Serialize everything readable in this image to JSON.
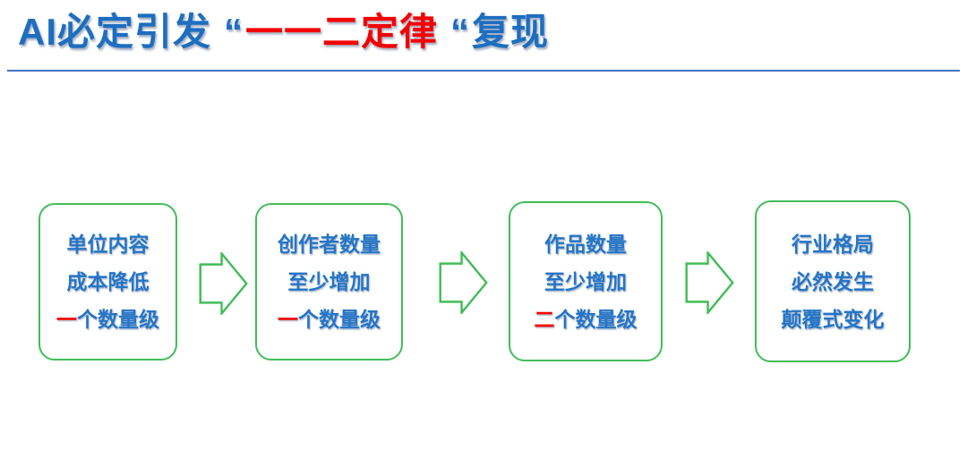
{
  "title": {
    "prefix": "AI必定引发",
    "open_quote": "“",
    "highlight": "一一二定律",
    "close_quote": "“",
    "suffix": "复现"
  },
  "colors": {
    "title_blue": "#1d6ec0",
    "highlight_red": "#f40000",
    "box_green": "#41bd58",
    "box_text_blue": "#2475c7",
    "divider_blue": "#4472c4"
  },
  "flow": {
    "boxes": [
      {
        "line1": "单位内容",
        "line2": "成本降低",
        "line3_highlight": "一",
        "line3_rest": "个数量级"
      },
      {
        "line1": "创作者数量",
        "line2": "至少增加",
        "line3_highlight": "一",
        "line3_rest": "个数量级"
      },
      {
        "line1": "作品数量",
        "line2": "至少增加",
        "line3_highlight": "二",
        "line3_rest": "个数量级"
      },
      {
        "line1": "行业格局",
        "line2": "必然发生",
        "line3_highlight": "",
        "line3_rest": "颠覆式变化"
      }
    ],
    "arrow_icon": "right-block-arrow"
  }
}
